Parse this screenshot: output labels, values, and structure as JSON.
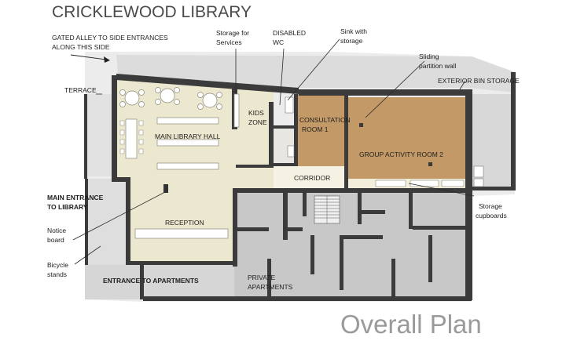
{
  "title": "CRICKLEWOOD LIBRARY",
  "subtitle": "Overall Plan",
  "colors": {
    "library": "#ece7cf",
    "rooms": "#c39a67",
    "apartments": "#c8c8c8",
    "corridor": "#f5f2e4",
    "walls": "#3b3b3b"
  },
  "labels": {
    "gated_alley_1": "GATED ALLEY TO SIDE ENTRANCES",
    "gated_alley_2": "ALONG THIS SIDE",
    "storage_services_1": "Storage for",
    "storage_services_2": "Services",
    "disabled_wc_1": "DISABLED",
    "disabled_wc_2": "WC",
    "sink_1": "Sink with",
    "sink_2": "storage",
    "sliding_1": "Sliding",
    "sliding_2": "partition wall",
    "exterior_bin": "EXTERIOR BIN STORAGE",
    "terrace": "TERRACE",
    "kids_1": "KIDS",
    "kids_2": "ZONE",
    "consult_1": "CONSULTATION",
    "consult_2": "ROOM 1",
    "main_hall": "MAIN LIBRARY HALL",
    "group_activity": "GROUP ACTIVITY ROOM 2",
    "corridor": "CORRIDOR",
    "main_entrance_1": "MAIN ENTRANCE",
    "main_entrance_2": "TO LIBRARY",
    "storage_cup_1": "Storage",
    "storage_cup_2": "cupboards",
    "notice_1": "Notice",
    "notice_2": "board",
    "reception": "RECEPTION",
    "bicycle_1": "Bicycle",
    "bicycle_2": "stands",
    "entrance_apts": "ENTRANCE TO APARTMENTS",
    "private_1": "PRIVATE",
    "private_2": "APARTMENTS"
  }
}
